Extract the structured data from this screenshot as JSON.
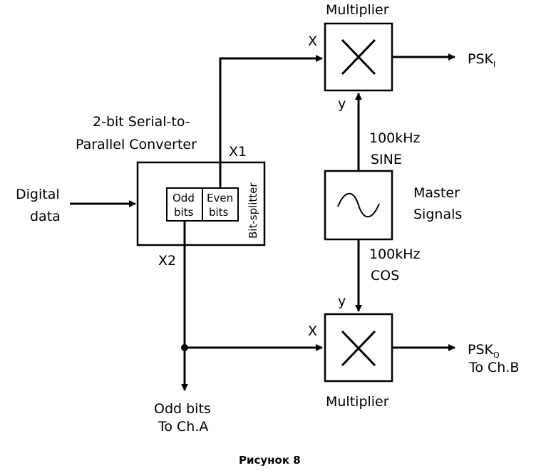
{
  "labels": {
    "multiplier_top": "Multiplier",
    "multiplier_bottom": "Multiplier",
    "psk_i_main": "PSK",
    "psk_i_sub": "I",
    "psk_q_main": "PSK",
    "psk_q_sub": "Q",
    "to_ch_b": "To Ch.B",
    "converter_line1": "2-bit Serial-to-",
    "converter_line2": "Parallel Converter",
    "digital_line1": "Digital",
    "digital_line2": "data",
    "odd_line1": "Odd",
    "odd_line2": "bits",
    "even_line1": "Even",
    "even_line2": "bits",
    "bit_splitter": "Bit-splitter",
    "x1": "X1",
    "x2": "X2",
    "x_top": "X",
    "y_top": "y",
    "x_bottom": "X",
    "y_bottom": "y",
    "sine_line1": "100kHz",
    "sine_line2": "SINE",
    "cos_line1": "100kHz",
    "cos_line2": "COS",
    "master_line1": "Master",
    "master_line2": "Signals",
    "odd_out_line1": "Odd bits",
    "odd_out_line2": "To Ch.A"
  },
  "caption": "Рисунок 8"
}
